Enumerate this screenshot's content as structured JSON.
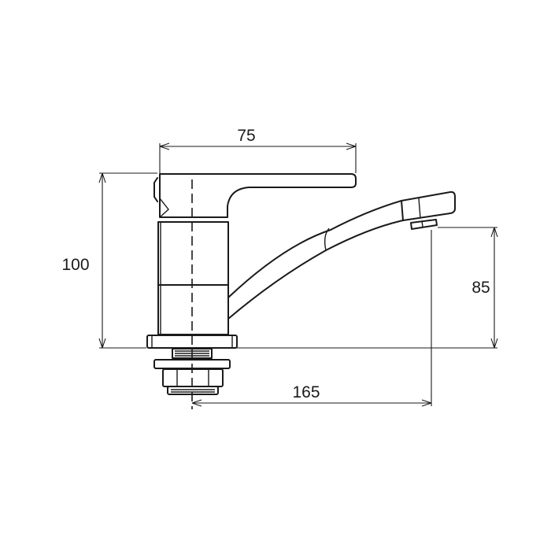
{
  "dimensions": {
    "width": "75",
    "height": "100",
    "spout_height": "85",
    "reach": "165"
  },
  "colors": {
    "line": "#1a1a1a",
    "background": "#ffffff"
  }
}
